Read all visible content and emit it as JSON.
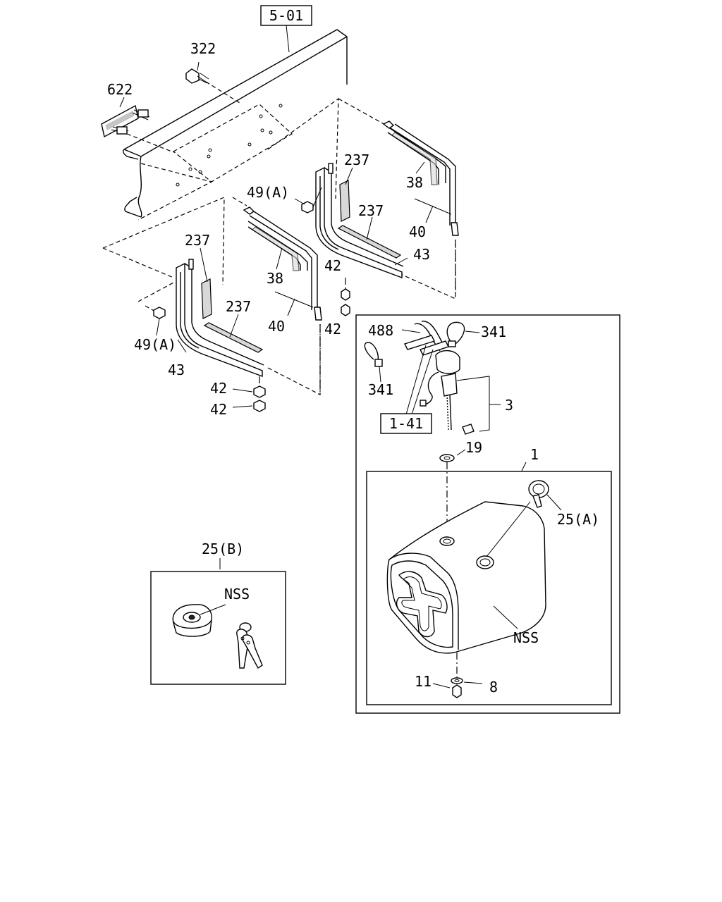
{
  "references": {
    "ref_5_01": "5-01",
    "ref_1_41": "1-41"
  },
  "callouts": {
    "c322": "322",
    "c622": "622",
    "c237_a": "237",
    "c237_b": "237",
    "c237_c": "237",
    "c237_d": "237",
    "c38_a": "38",
    "c38_b": "38",
    "c40_a": "40",
    "c40_b": "40",
    "c43_a": "43",
    "c43_b": "43",
    "c42_a": "42",
    "c42_b": "42",
    "c42_c": "42",
    "c42_d": "42",
    "c49a_a": "49(A)",
    "c49a_b": "49(A)",
    "c488": "488",
    "c341_a": "341",
    "c341_b": "341",
    "c3": "3",
    "c19": "19",
    "c1": "1",
    "c25a": "25(A)",
    "c25b": "25(B)",
    "nss_a": "NSS",
    "nss_b": "NSS",
    "c11": "11",
    "c8": "8"
  }
}
